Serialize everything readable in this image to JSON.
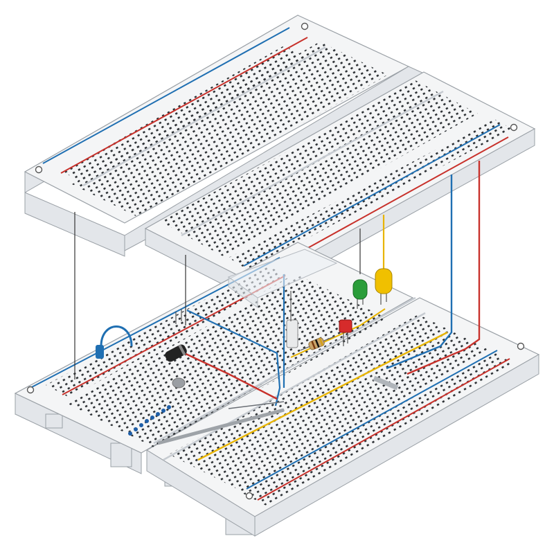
{
  "diagram": {
    "boards": [
      {
        "id": "top",
        "label": "breadboard-top"
      },
      {
        "id": "bottom",
        "label": "breadboard-bottom"
      }
    ],
    "colors": {
      "rail_red": "#c8312b",
      "rail_blue": "#1f6fb2",
      "wire_yellow": "#e8b400",
      "wire_black": "#333333",
      "board_fill": "#f4f5f6",
      "board_stroke": "#9aa0a6",
      "hole": "#2b2f33"
    },
    "components": [
      {
        "name": "capacitor-blue",
        "kind": "capacitor",
        "color": "#1f6fb2"
      },
      {
        "name": "electrolytic-capacitor",
        "kind": "capacitor",
        "color": "#222222"
      },
      {
        "name": "led-red",
        "kind": "led",
        "color": "#d62b2b"
      },
      {
        "name": "led-green",
        "kind": "led",
        "color": "#2a9d3a"
      },
      {
        "name": "led-yellow",
        "kind": "led",
        "color": "#f0c000"
      },
      {
        "name": "resistor",
        "kind": "resistor",
        "color": "#c9a46a"
      },
      {
        "name": "diode",
        "kind": "diode",
        "color": "#dcdcdc"
      },
      {
        "name": "header-pins",
        "kind": "header",
        "color": "#1f5fa8"
      }
    ]
  }
}
